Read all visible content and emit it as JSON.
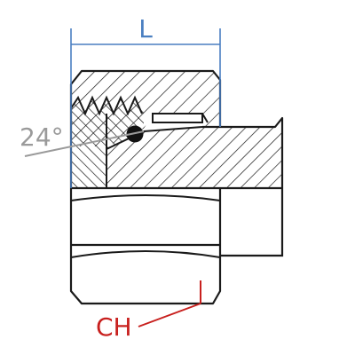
{
  "labels": {
    "length": "L",
    "angle": "24°",
    "wrench_size": "CH"
  },
  "colors": {
    "dimension_blue": "#4a7fc1",
    "angle_gray": "#9a9a9a",
    "callout_red": "#c8201e",
    "outline": "#1a1a1a",
    "hatch": "#1a1a1a"
  }
}
